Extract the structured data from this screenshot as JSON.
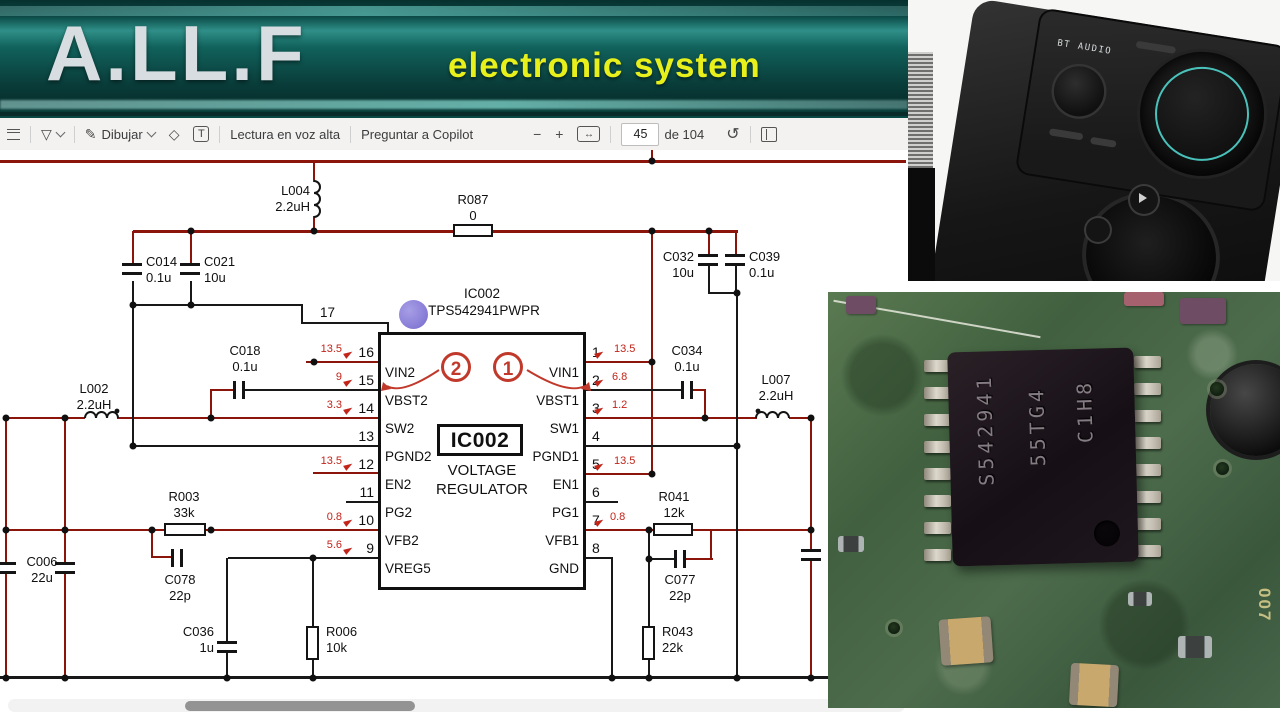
{
  "banner": {
    "title": "A.LL.F",
    "subtitle": "electronic system"
  },
  "toolbar": {
    "draw_label": "Dibujar",
    "text_tool": "T",
    "read_aloud": "Lectura en voz alta",
    "ask_copilot": "Preguntar a Copilot",
    "zoom_out": "−",
    "zoom_in": "+",
    "fit_glyph": "↔",
    "page_current": "45",
    "page_total": "de 104",
    "rotate_glyph": "↺"
  },
  "schematic": {
    "ic": {
      "ref": "IC002",
      "part": "TPS542941PWPR",
      "pin17": "17",
      "inner_ref": "IC002",
      "function1": "VOLTAGE",
      "function2": "REGULATOR",
      "ch2": "2",
      "ch1": "1",
      "left_pins": [
        {
          "num": "16",
          "name": "VIN2",
          "volt": "13.5"
        },
        {
          "num": "15",
          "name": "VBST2",
          "volt": "9"
        },
        {
          "num": "14",
          "name": "SW2",
          "volt": "3.3"
        },
        {
          "num": "13",
          "name": "PGND2",
          "volt": ""
        },
        {
          "num": "12",
          "name": "EN2",
          "volt": "13.5"
        },
        {
          "num": "11",
          "name": "PG2",
          "volt": ""
        },
        {
          "num": "10",
          "name": "VFB2",
          "volt": "0.8"
        },
        {
          "num": "9",
          "name": "VREG5",
          "volt": "5.6"
        }
      ],
      "right_pins": [
        {
          "num": "1",
          "name": "VIN1",
          "volt": "13.5"
        },
        {
          "num": "2",
          "name": "VBST1",
          "volt": "6.8"
        },
        {
          "num": "3",
          "name": "SW1",
          "volt": "1.2"
        },
        {
          "num": "4",
          "name": "PGND1",
          "volt": ""
        },
        {
          "num": "5",
          "name": "EN1",
          "volt": "13.5"
        },
        {
          "num": "6",
          "name": "PG1",
          "volt": ""
        },
        {
          "num": "7",
          "name": "VFB1",
          "volt": "0.8"
        },
        {
          "num": "8",
          "name": "GND",
          "volt": ""
        }
      ]
    },
    "components": [
      {
        "ref": "L004",
        "val": "2.2uH"
      },
      {
        "ref": "R087",
        "val": "0"
      },
      {
        "ref": "C014",
        "val": "0.1u"
      },
      {
        "ref": "C021",
        "val": "10u"
      },
      {
        "ref": "C032",
        "val": "10u"
      },
      {
        "ref": "C039",
        "val": "0.1u"
      },
      {
        "ref": "C018",
        "val": "0.1u"
      },
      {
        "ref": "C034",
        "val": "0.1u"
      },
      {
        "ref": "L002",
        "val": "2.2uH"
      },
      {
        "ref": "L007",
        "val": "2.2uH"
      },
      {
        "ref": "R003",
        "val": "33k"
      },
      {
        "ref": "C078",
        "val": "22p"
      },
      {
        "ref": "C006",
        "val": "22u"
      },
      {
        "ref": "C036",
        "val": "1u"
      },
      {
        "ref": "R006",
        "val": "10k"
      },
      {
        "ref": "R041",
        "val": "12k"
      },
      {
        "ref": "C077",
        "val": "22p"
      },
      {
        "ref": "R043",
        "val": "22k"
      }
    ]
  },
  "speaker_photo": {
    "display_text": "BT AUDIO"
  },
  "pcb_photo": {
    "chip_line1": "S542941",
    "chip_line2": "55TG4",
    "chip_line3": "C1H8",
    "edge_text": "007"
  },
  "colors": {
    "wire_red": "#8c150b",
    "wire_black": "#151515",
    "value_red": "#c3241a",
    "annotation_red": "#c0392b",
    "annotation_purple": "#8b80d8",
    "banner_yellow": "#e8f01c",
    "pcb_green": "#49684a"
  }
}
